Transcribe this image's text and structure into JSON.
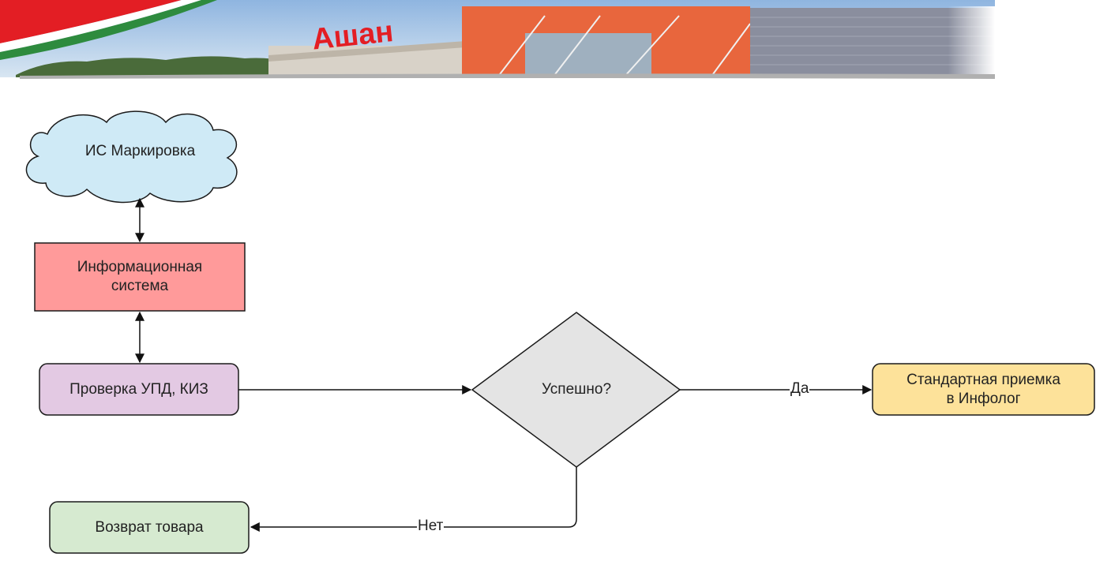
{
  "banner": {
    "store_sign": "Ашан",
    "colors": {
      "red": "#e31e24",
      "green": "#2e8b3e",
      "facade": "#e8663d",
      "sky": "#a9c9e8"
    }
  },
  "nodes": {
    "cloud": {
      "label": "ИС Маркировка",
      "fill": "#cfeaf6",
      "stroke": "#1a1a1a"
    },
    "info_system": {
      "label": "Информационная\nсистема",
      "fill": "#ff9a9a",
      "stroke": "#1a1a1a"
    },
    "check": {
      "label": "Проверка УПД, КИЗ",
      "fill": "#e3c9e3",
      "stroke": "#1a1a1a"
    },
    "decision": {
      "label": "Успешно?",
      "fill": "#e4e4e4",
      "stroke": "#1a1a1a"
    },
    "standard": {
      "label": "Стандартная приемка\nв Инфолог",
      "fill": "#fde29a",
      "stroke": "#1a1a1a"
    },
    "return": {
      "label": "Возврат товара",
      "fill": "#d6ead0",
      "stroke": "#1a1a1a"
    }
  },
  "edges": {
    "yes_label": "Да",
    "no_label": "Нет"
  }
}
